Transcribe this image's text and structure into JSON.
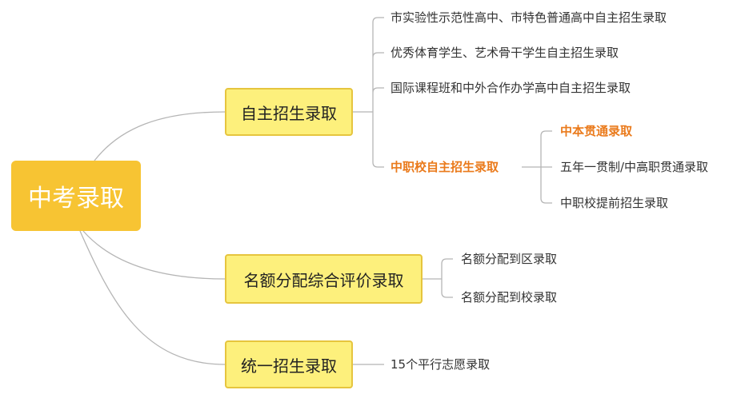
{
  "root": {
    "label": "中考录取"
  },
  "branches": [
    {
      "label": "自主招生录取",
      "children": [
        {
          "label": "市实验性示范性高中、市特色普通高中自主招生录取"
        },
        {
          "label": "优秀体育学生、艺术骨干学生自主招生录取"
        },
        {
          "label": "国际课程班和中外合作办学高中自主招生录取"
        },
        {
          "label": "中职校自主招生录取",
          "children": [
            {
              "label": "中本贯通录取"
            },
            {
              "label": "五年一贯制/中高职贯通录取"
            },
            {
              "label": "中职校提前招生录取"
            }
          ]
        }
      ]
    },
    {
      "label": "名额分配综合评价录取",
      "children": [
        {
          "label": "名额分配到区录取"
        },
        {
          "label": "名额分配到校录取"
        }
      ]
    },
    {
      "label": "统一招生录取",
      "children": [
        {
          "label": "15个平行志愿录取"
        }
      ]
    }
  ],
  "colors": {
    "root_fill": "#f7c433",
    "branch_fill": "#fdf07c",
    "branch_border": "#e6c53e",
    "highlight_text": "#ea7a1b",
    "connector": "#b5b5b5"
  }
}
